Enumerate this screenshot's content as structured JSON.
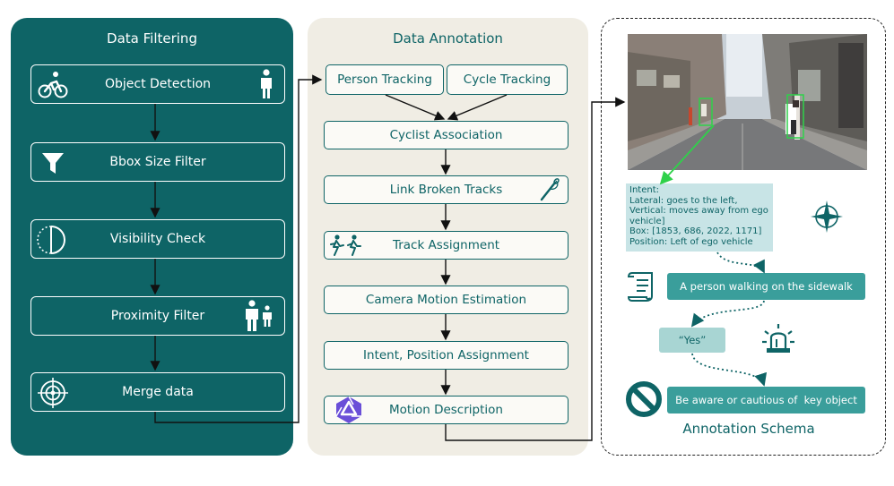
{
  "filtering": {
    "title": "Data Filtering",
    "steps": [
      "Object Detection",
      "Bbox Size Filter",
      "Visibility Check",
      "Proximity Filter",
      "Merge data"
    ]
  },
  "annotation": {
    "title": "Data Annotation",
    "person_tracking": "Person Tracking",
    "cycle_tracking": "Cycle Tracking",
    "steps": [
      "Cyclist Association",
      "Link Broken Tracks",
      "Track Assignment",
      "Camera Motion Estimation",
      "Intent, Position Assignment",
      "Motion Description"
    ]
  },
  "schema": {
    "title": "Annotation Schema",
    "intent_lines": [
      "Intent:",
      "Lateral: goes to the left,",
      "Vertical: moves away from ego",
      "vehicle]",
      "Box: [1853, 686, 2022, 1171]",
      "Position: Left of ego vehicle"
    ],
    "description": "A person walking on the sidewalk",
    "answer": "“Yes”",
    "warning": "Be aware or cautious of  key object"
  },
  "colors": {
    "teal_dark": "#0e6466",
    "teal_light": "#3a9e9b",
    "cream": "#f0ede4",
    "intent_bg": "#c8e4e6",
    "bbox_green": "#2fd14a"
  },
  "icons": [
    "cyclist-icon",
    "person-icon",
    "funnel-icon",
    "half-circle-icon",
    "adult-child-icon",
    "crosshair-icon",
    "needle-icon",
    "runners-icon",
    "logo-icon",
    "compass-icon",
    "scroll-icon",
    "siren-icon",
    "prohibited-icon"
  ]
}
